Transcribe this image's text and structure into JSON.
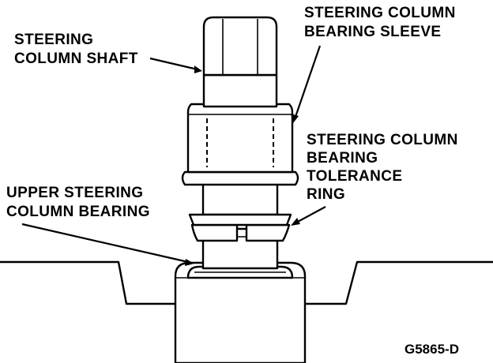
{
  "labels": {
    "shaft": [
      "STEERING",
      "COLUMN SHAFT"
    ],
    "sleeve": [
      "STEERING COLUMN",
      "BEARING SLEEVE"
    ],
    "tolerance_ring": [
      "STEERING COLUMN",
      "BEARING",
      "TOLERANCE",
      "RING"
    ],
    "upper_bearing": [
      "UPPER STEERING",
      "COLUMN BEARING"
    ]
  },
  "figure_id": "G5865-D"
}
